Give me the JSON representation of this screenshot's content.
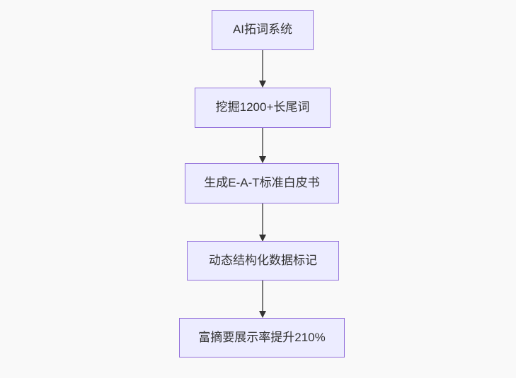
{
  "diagram": {
    "type": "flowchart",
    "direction": "top-down",
    "nodes": [
      {
        "id": "n1",
        "label": "AI拓词系统"
      },
      {
        "id": "n2",
        "label": "挖掘1200+长尾词"
      },
      {
        "id": "n3",
        "label": "生成E-A-T标准白皮书"
      },
      {
        "id": "n4",
        "label": "动态结构化数据标记"
      },
      {
        "id": "n5",
        "label": "富摘要展示率提升210%"
      }
    ],
    "edges": [
      {
        "from": "n1",
        "to": "n2"
      },
      {
        "from": "n2",
        "to": "n3"
      },
      {
        "from": "n3",
        "to": "n4"
      },
      {
        "from": "n4",
        "to": "n5"
      }
    ],
    "colors": {
      "background": "#f9f9f9",
      "node_fill": "#ececff",
      "node_border": "#9370db",
      "text": "#333333",
      "arrow_line": "#7a7a7a",
      "arrow_head": "#333333"
    }
  }
}
